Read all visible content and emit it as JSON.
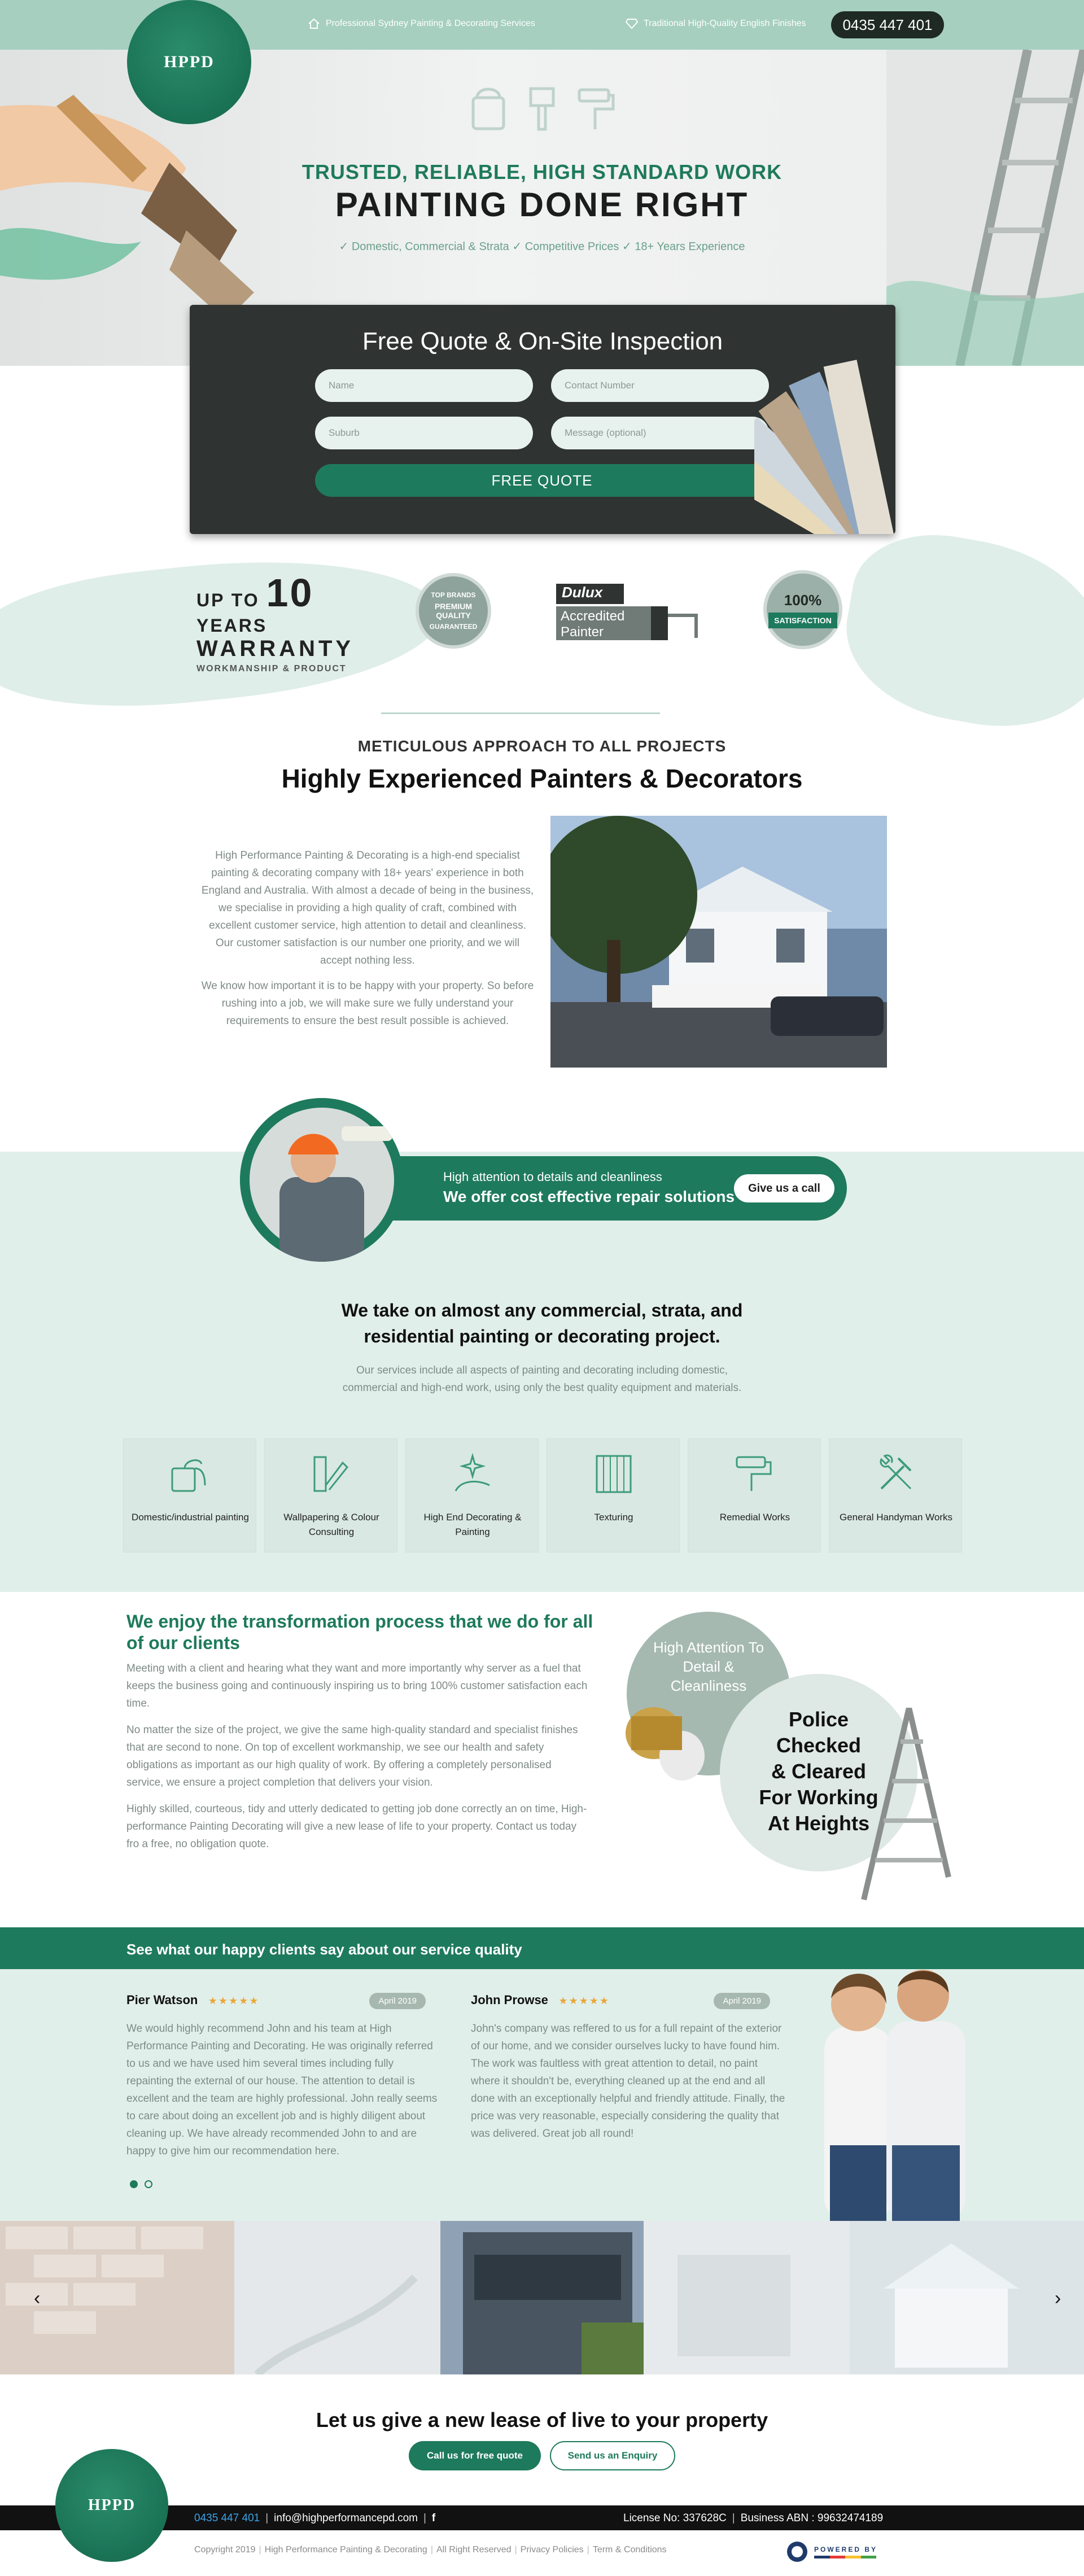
{
  "topbar": {
    "item1": "Professional Sydney Painting & Decorating Services",
    "item2": "Traditional High-Quality English Finishes",
    "phone": "0435 447 401"
  },
  "logo": {
    "text": "HPPD"
  },
  "hero": {
    "subtitle": "TRUSTED, RELIABLE, HIGH STANDARD WORK",
    "title": "PAINTING DONE RIGHT",
    "bullets": [
      "Domestic, Commercial & Strata",
      "Competitive Prices",
      "18+ Years Experience"
    ]
  },
  "quote": {
    "title": "Free Quote & On-Site Inspection",
    "name_placeholder": "Name",
    "contact_placeholder": "Contact Number",
    "suburb_placeholder": "Suburb",
    "message_placeholder": "Message (optional)",
    "button": "FREE QUOTE"
  },
  "badges": {
    "warranty_up": "UP TO",
    "warranty_num": "10",
    "warranty_years": "YEARS",
    "warranty_word": "WARRANTY",
    "warranty_sub": "WORKMANSHIP & PRODUCT",
    "seal_top": "TOP BRANDS",
    "seal_mid": "PREMIUM QUALITY",
    "seal_bottom": "GUARANTEED",
    "dulux_brand": "Dulux",
    "dulux_line1": "Accredited",
    "dulux_line2": "Painter",
    "satisfaction_pct": "100%",
    "satisfaction_word": "SATISFACTION"
  },
  "intro": {
    "kicker": "METICULOUS APPROACH TO ALL PROJECTS",
    "title": "Highly Experienced Painters & Decorators",
    "p1": "High Performance Painting & Decorating is a high-end specialist painting & decorating company with 18+ years' experience in both England and Australia. With almost a decade of being in the business, we specialise in providing a high quality of craft, combined with excellent customer service, high attention to detail and cleanliness. Our customer satisfaction is our number one priority, and we will accept nothing less.",
    "p2": "We know how important it is to be happy with your property. So before rushing into a job, we will make sure we fully understand your requirements to ensure the best result possible is achieved."
  },
  "repair": {
    "small": "High attention to details and cleanliness",
    "big": "We offer cost effective repair solutions",
    "button": "Give us a call"
  },
  "services": {
    "title_line1": "We take on almost any commercial, strata, and",
    "title_line2": "residential painting or decorating project.",
    "text_line1": "Our services include all aspects of painting and decorating including domestic,",
    "text_line2": "commercial and high-end work, using only the best quality equipment and materials.",
    "items": [
      {
        "label": "Domestic/industrial painting",
        "icon": "paint-pour-icon"
      },
      {
        "label": "Wallpapering & Colour Consulting",
        "icon": "colour-swatch-icon"
      },
      {
        "label": "High End Decorating & Painting",
        "icon": "sparkle-hand-icon"
      },
      {
        "label": "Texturing",
        "icon": "texture-panel-icon"
      },
      {
        "label": "Remedial Works",
        "icon": "paint-roller-icon"
      },
      {
        "label": "General Handyman Works",
        "icon": "hammer-wrench-icon"
      }
    ]
  },
  "transformation": {
    "title": "We enjoy the transformation process that we do for all of our clients",
    "p1": "Meeting with a client and hearing what they want and more importantly why server as a fuel that keeps the business going and continuously inspiring us to bring 100% customer satisfaction each time.",
    "p2": "No matter the size of the project, we give the same high-quality standard and specialist finishes that are second to none. On top of excellent workmanship, we see our health and safety obligations as important as our high quality of work. By offering a completely personalised service, we ensure a project completion that delivers your vision.",
    "p3": "Highly skilled, courteous, tidy and utterly dedicated to getting job done correctly an on time, High-performance Painting Decorating will give a new lease of life to your property. Contact us today fro a free, no obligation quote.",
    "circle_small": "High Attention To Detail & Cleanliness",
    "circle_big_l1": "Police",
    "circle_big_l2": "Checked",
    "circle_big_l3": "& Cleared",
    "circle_big_l4": "For Working",
    "circle_big_l5": "At Heights"
  },
  "testimonials": {
    "band_title": "See what our happy clients say about our service quality",
    "reviews": [
      {
        "name": "Pier Watson",
        "stars": "★★★★★",
        "date": "April 2019",
        "text": "We would highly recommend John and his team at High Performance Painting and Decorating. He was originally referred to us and we have used him several times including fully repainting the external of our house. The attention to detail is excellent and the team are highly professional. John really seems to care about doing an excellent job and is highly diligent about cleaning up. We have already recommended John to and are happy to give him our recommendation here."
      },
      {
        "name": "John Prowse",
        "stars": "★★★★★",
        "date": "April 2019",
        "text": "John's company was reffered to us for a full repaint of the exterior of our home, and we consider ourselves lucky to have found him. The work was faultless with great attention to detail, no paint where it shouldn't be, everything cleaned up at the end and all done with an exceptionally helpful and friendly attitude. Finally, the price was very reasonable, especially considering the quality that was delivered. Great job all round!"
      }
    ]
  },
  "gallery": {
    "prev": "‹",
    "next": "›"
  },
  "cta": {
    "title": "Let us give a new lease of live to your property",
    "btn_call": "Call us for free quote",
    "btn_enquiry": "Send us an Enquiry"
  },
  "footer": {
    "phone": "0435 447 401",
    "email": "info@highperformancepd.com",
    "facebook": "f",
    "license": "License No: 337628C",
    "abn": "Business ABN : 99632474189",
    "copyright": "Copyright 2019",
    "company": "High Performance Painting & Decorating",
    "rights": "All Right Reserved",
    "privacy": "Privacy Policies",
    "terms": "Term & Conditions",
    "powered": "POWERED BY"
  },
  "colors": {
    "brand_green": "#1e7a5c",
    "light_mint": "#e1efea",
    "topbar": "#a6cfc0",
    "dark": "#2f3331"
  }
}
